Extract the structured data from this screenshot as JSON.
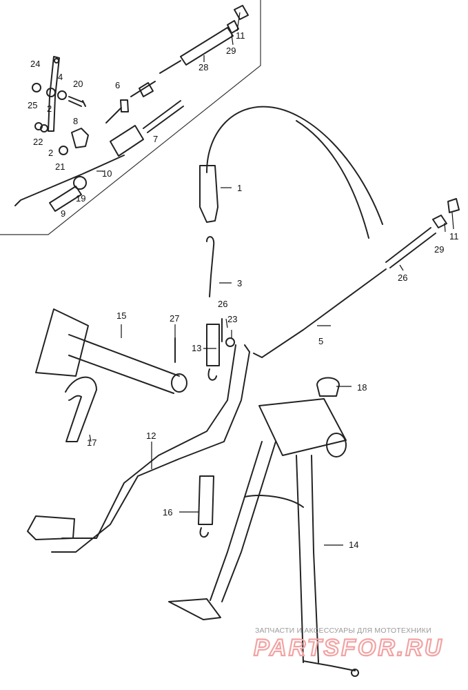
{
  "labels": {
    "p1": "1",
    "p2": "2",
    "p3": "3",
    "p4": "4",
    "p5": "5",
    "p6": "6",
    "p7": "7",
    "p8": "8",
    "p9": "9",
    "p10": "10",
    "p11a": "11",
    "p11b": "11",
    "p12": "12",
    "p13": "13",
    "p14": "14",
    "p15": "15",
    "p16": "16",
    "p17": "17",
    "p18": "18",
    "p19": "19",
    "p20": "20",
    "p21": "21",
    "p22": "22",
    "p23": "23",
    "p24": "24",
    "p25": "25",
    "p26a": "26",
    "p26b": "26",
    "p27": "27",
    "p28": "28",
    "p29a": "29",
    "p29b": "29"
  },
  "watermark": {
    "line1": "ЗАПЧАСТИ И АКСЕССУАРЫ ДЛЯ МОТОТЕХНИКИ",
    "logo": "PARTSFOR.RU"
  },
  "colors": {
    "ink": "#222222",
    "watermark_text": "#9a9a9a",
    "watermark_logo": "#f2a3a3"
  }
}
